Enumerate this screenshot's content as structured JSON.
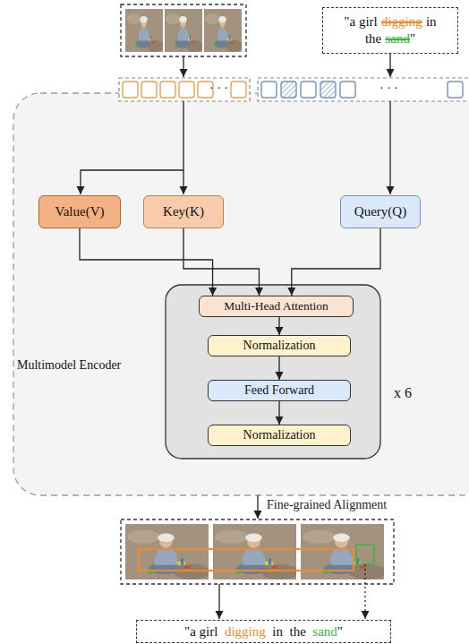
{
  "diagram": {
    "nodes": [
      {
        "text": [
          "\"a girl",
          "digging",
          "in",
          "the",
          "sand",
          "\""
        ]
      },
      {
        "text": [
          "Multimodel Encoder"
        ]
      },
      {
        "text": [
          "Value(V)"
        ],
        "in": 1
      },
      {
        "text": [
          "Key(K)"
        ],
        "in": 1
      },
      {
        "text": [
          "Query(Q)"
        ],
        "in": 1
      },
      {
        "text": [
          "x 6"
        ],
        "in": 1
      },
      {
        "text": [
          "Multi-Head Attention"
        ],
        "in": 5
      },
      {
        "text": [
          "Normalization"
        ],
        "in": 5
      },
      {
        "text": [
          "Feed Forward"
        ],
        "in": 5
      },
      {
        "text": [
          "Normalization"
        ],
        "in": 5
      },
      {
        "text": [
          "\"a girl",
          "digging",
          "in",
          "the",
          "sand",
          "\""
        ]
      }
    ],
    "edges": [
      {
        "from": 2,
        "to": 6,
        "arrow": "to"
      },
      {
        "from": 3,
        "to": 6,
        "arrow": "to"
      },
      {
        "from": 4,
        "to": 6,
        "arrow": "to"
      },
      {
        "from": 6,
        "to": 7,
        "arrow": "to"
      },
      {
        "from": 7,
        "to": 8,
        "arrow": "to"
      },
      {
        "from": 8,
        "to": 9,
        "arrow": "to"
      }
    ],
    "labels": [
      "· · ·",
      "· · ·",
      "Fine-grained Alignment"
    ]
  }
}
